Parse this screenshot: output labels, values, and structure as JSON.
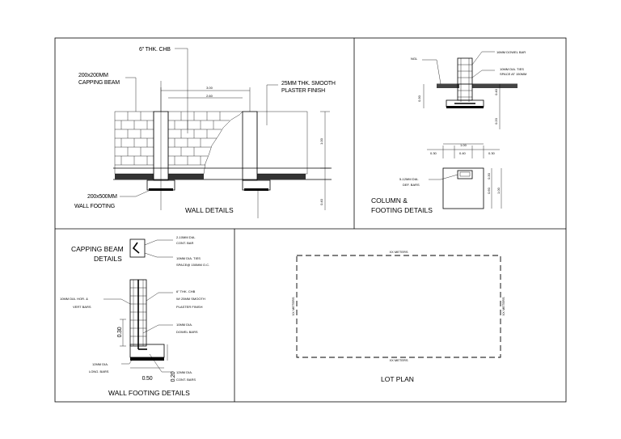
{
  "sheet": {
    "wall_details": {
      "title": "WALL DETAILS",
      "chb_label": "6\" THK. CHB",
      "capping_label_1": "200x200MM",
      "capping_label_2": "CAPPING BEAM",
      "plaster_label_1": "25MM THK. SMOOTH",
      "plaster_label_2": "PLASTER FINISH",
      "footing_label_1": "200x500MM",
      "footing_label_2": "WALL FOOTING",
      "dim_top_1": "3.00",
      "dim_top_2": "2.60",
      "dim_right": "1.00",
      "dim_bottom": "0.40"
    },
    "column_footing": {
      "title_1": "COLUMN &",
      "title_2": "FOOTING DETAILS",
      "ngl_label": "NGL",
      "dowel_label": "16MM DOWEL BAR",
      "ties_label_1": "10MM DIA. TIES",
      "ties_label_2": "SPACE AT 150MM",
      "dep_label_1": "5-12MM DIA.",
      "dep_label_2": "DEF. BARS",
      "dim_1": "1.00",
      "dim_2": "0.30",
      "dim_3": "0.40",
      "dim_4": "0.30",
      "dim_5": "0.60",
      "dim_6": "0.40",
      "dim_7": "0.20",
      "dim_8": "0.30",
      "dim_9": "1.00"
    },
    "capping_beam": {
      "title_1": "CAPPING BEAM",
      "title_2": "DETAILS",
      "bar_label_1": "2-10MM DIA.",
      "bar_label_2": "CONT. BAR",
      "ties_label_1": "10MM DIA. TIES",
      "ties_label_2": "SPACE@ 150MM O.C."
    },
    "wall_footing": {
      "title": "WALL FOOTING DETAILS",
      "hor_vert_1": "10MM DIA. HOR. &",
      "hor_vert_2": "VERT BARS",
      "chb_1": "6\" THK. CHB",
      "chb_2": "W/ 25MM SMOOTH",
      "chb_3": "PLASTER FINISH",
      "dowel_1": "10MM DIA.",
      "dowel_2": "DOWEL BARS",
      "long_1": "12MM DIA.",
      "long_2": "LONG. BARS",
      "cont_1": "12MM DIA.",
      "cont_2": "CONT. BARS",
      "dim_height": "0.30",
      "dim_width": "0.50",
      "dim_depth": "0.20"
    },
    "lot_plan": {
      "title": "LOT PLAN",
      "dim_top": "XX METERS",
      "dim_bottom": "XX METERS",
      "dim_left": "XX METERS",
      "dim_right": "XX METERS"
    }
  }
}
